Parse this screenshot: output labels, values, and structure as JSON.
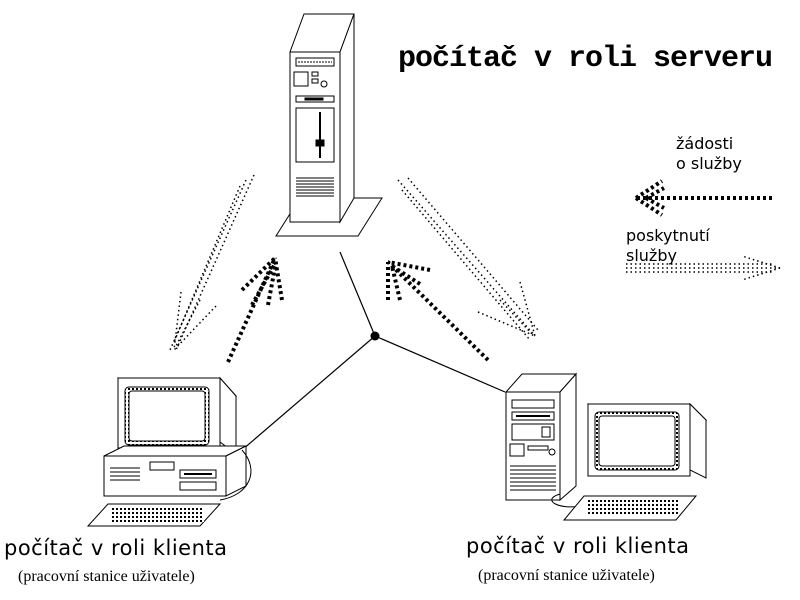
{
  "server": {
    "title": "počítač v roli serveru"
  },
  "clients": [
    {
      "title": "počítač v roli klienta",
      "subtitle": "(pracovní stanice uživatele)"
    },
    {
      "title": "počítač v roli klienta",
      "subtitle": "(pracovní stanice uživatele)"
    }
  ],
  "legend": {
    "request_line1": "žádosti",
    "request_line2": "o služby",
    "provide_line1": "poskytnutí",
    "provide_line2": "služby"
  },
  "colors": {
    "ink": "#000000",
    "paper": "#ffffff"
  }
}
